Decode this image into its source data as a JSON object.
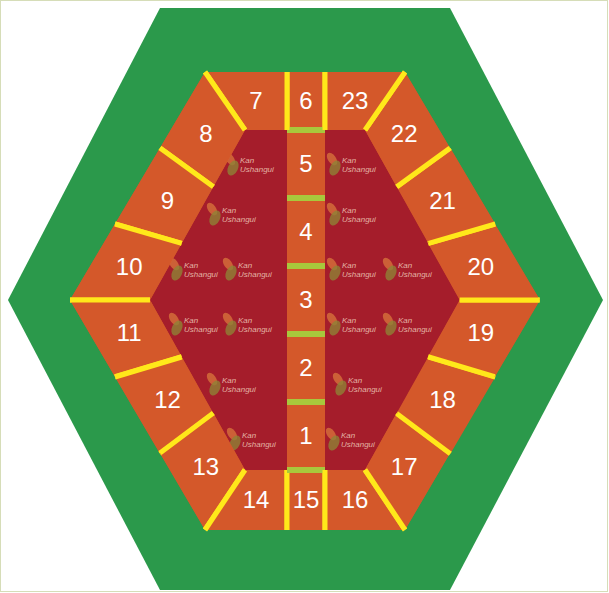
{
  "diagram": {
    "nodes": [
      {
        "text": [
          "1"
        ]
      },
      {
        "text": [
          "2"
        ]
      },
      {
        "text": [
          "3"
        ]
      },
      {
        "text": [
          "4"
        ]
      },
      {
        "text": [
          "5"
        ]
      },
      {
        "text": [
          "6"
        ]
      },
      {
        "text": [
          "7"
        ]
      },
      {
        "text": [
          "8"
        ]
      },
      {
        "text": [
          "9"
        ]
      },
      {
        "text": [
          "10"
        ]
      },
      {
        "text": [
          "11"
        ]
      },
      {
        "text": [
          "12"
        ]
      },
      {
        "text": [
          "13"
        ]
      },
      {
        "text": [
          "14"
        ]
      },
      {
        "text": [
          "15"
        ]
      },
      {
        "text": [
          "16"
        ]
      },
      {
        "text": [
          "17"
        ]
      },
      {
        "text": [
          "18"
        ]
      },
      {
        "text": [
          "19"
        ]
      },
      {
        "text": [
          "20"
        ]
      },
      {
        "text": [
          "21"
        ]
      },
      {
        "text": [
          "22"
        ]
      },
      {
        "text": [
          "23"
        ]
      }
    ],
    "labels": [
      "Kan Ushangui",
      "Kan Ushangui",
      "Kan Ushangui",
      "Kan Ushangui",
      "Kan Ushangui",
      "Kan Ushangui",
      "Kan Ushangui",
      "Kan Ushangui",
      "Kan Ushangui",
      "Kan Ushangui",
      "Kan Ushangui",
      "Kan Ushangui",
      "Kan Ushangui",
      "Kan Ushangui",
      "Kan Ushangui",
      "Kan Ushangui"
    ]
  }
}
